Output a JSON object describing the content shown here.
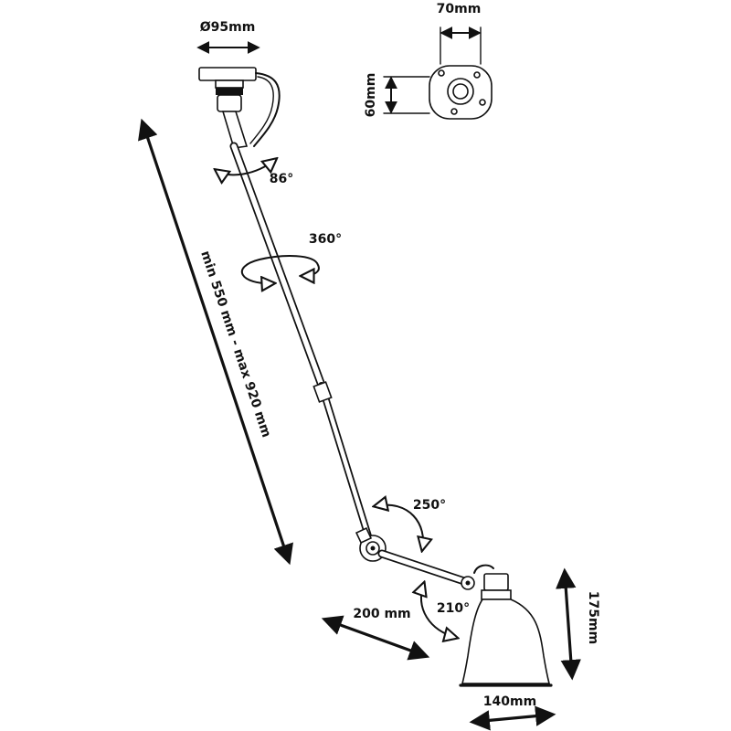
{
  "diagram": {
    "labels": {
      "base_diameter": "Ø95mm",
      "plate_width": "70mm",
      "plate_height": "60mm",
      "length_range": "min 550 mm - max 920 mm",
      "rotation_top": "86°",
      "rotation_axial": "360°",
      "rotation_elbow": "250°",
      "rotation_head": "210°",
      "lower_arm": "200 mm",
      "shade_height": "175mm",
      "shade_diameter": "140mm"
    },
    "colors": {
      "ink": "#111111",
      "background": "#ffffff"
    }
  }
}
